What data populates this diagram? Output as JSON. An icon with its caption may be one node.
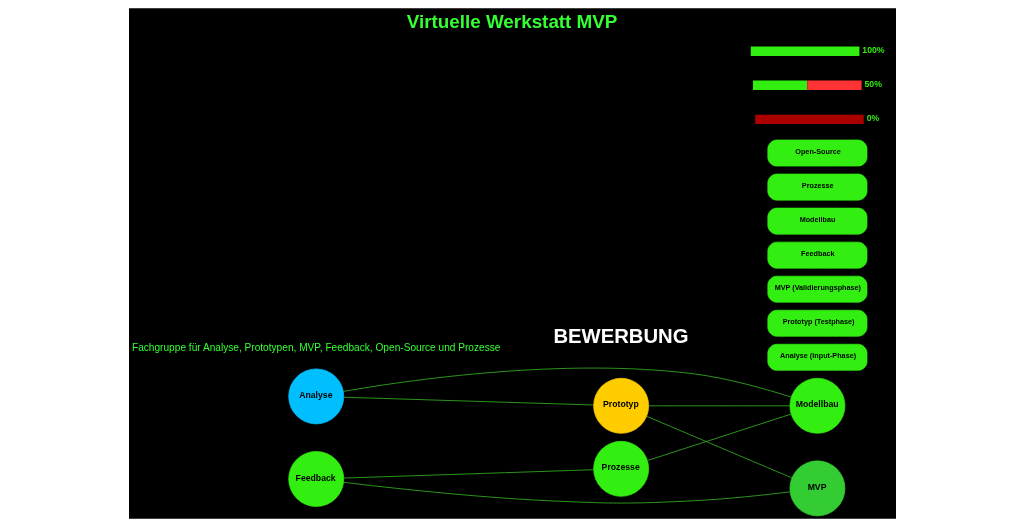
{
  "diagram": {
    "title": "Virtuelle Werkstatt MVP",
    "nodes": [
      {
        "text": [
          "Analyse"
        ]
      },
      {
        "text": [
          "Prototyp"
        ]
      },
      {
        "text": [
          "MVP"
        ]
      },
      {
        "text": [
          "Feedback"
        ]
      },
      {
        "text": [
          "Modellbau"
        ]
      },
      {
        "text": [
          "Prozesse"
        ]
      },
      {
        "text": [
          "Analyse (Input-Phase)"
        ]
      },
      {
        "text": [
          "Prototyp (Testphase)"
        ]
      },
      {
        "text": [
          "MVP (Validierungsphase)"
        ]
      },
      {
        "text": [
          "Feedback"
        ]
      },
      {
        "text": [
          "Modellbau"
        ]
      },
      {
        "text": [
          "Prozesse"
        ]
      },
      {
        "text": [
          "Open-Source"
        ]
      },
      {
        "text": [],
        "shape": "bar",
        "beside": [
          "0%"
        ]
      },
      {
        "text": [],
        "shape": "bar",
        "beside": [
          "50%"
        ]
      },
      {
        "text": [],
        "shape": "bar",
        "beside": [
          "100%"
        ]
      }
    ],
    "edges": [
      {
        "from": 0,
        "to": 1,
        "arrow": "none"
      },
      {
        "from": 1,
        "to": 2,
        "arrow": "none"
      },
      {
        "from": 0,
        "to": 4,
        "arrow": "none"
      },
      {
        "from": 3,
        "to": 2,
        "arrow": "none"
      },
      {
        "from": 1,
        "to": 4,
        "arrow": "none"
      },
      {
        "from": 3,
        "to": 5,
        "arrow": "none"
      },
      {
        "from": 5,
        "to": 4,
        "arrow": "none"
      }
    ],
    "labels": [
      "Fachgruppe für Analyse, Prototypen, MVP, Feedback, Open-Source und Prozesse",
      "BEWERBUNG"
    ]
  }
}
